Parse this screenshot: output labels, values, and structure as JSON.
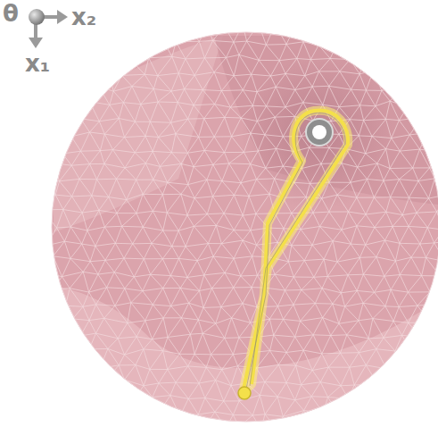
{
  "diagram": {
    "labels": [
      "θ",
      "x₂",
      "x₁"
    ]
  }
}
